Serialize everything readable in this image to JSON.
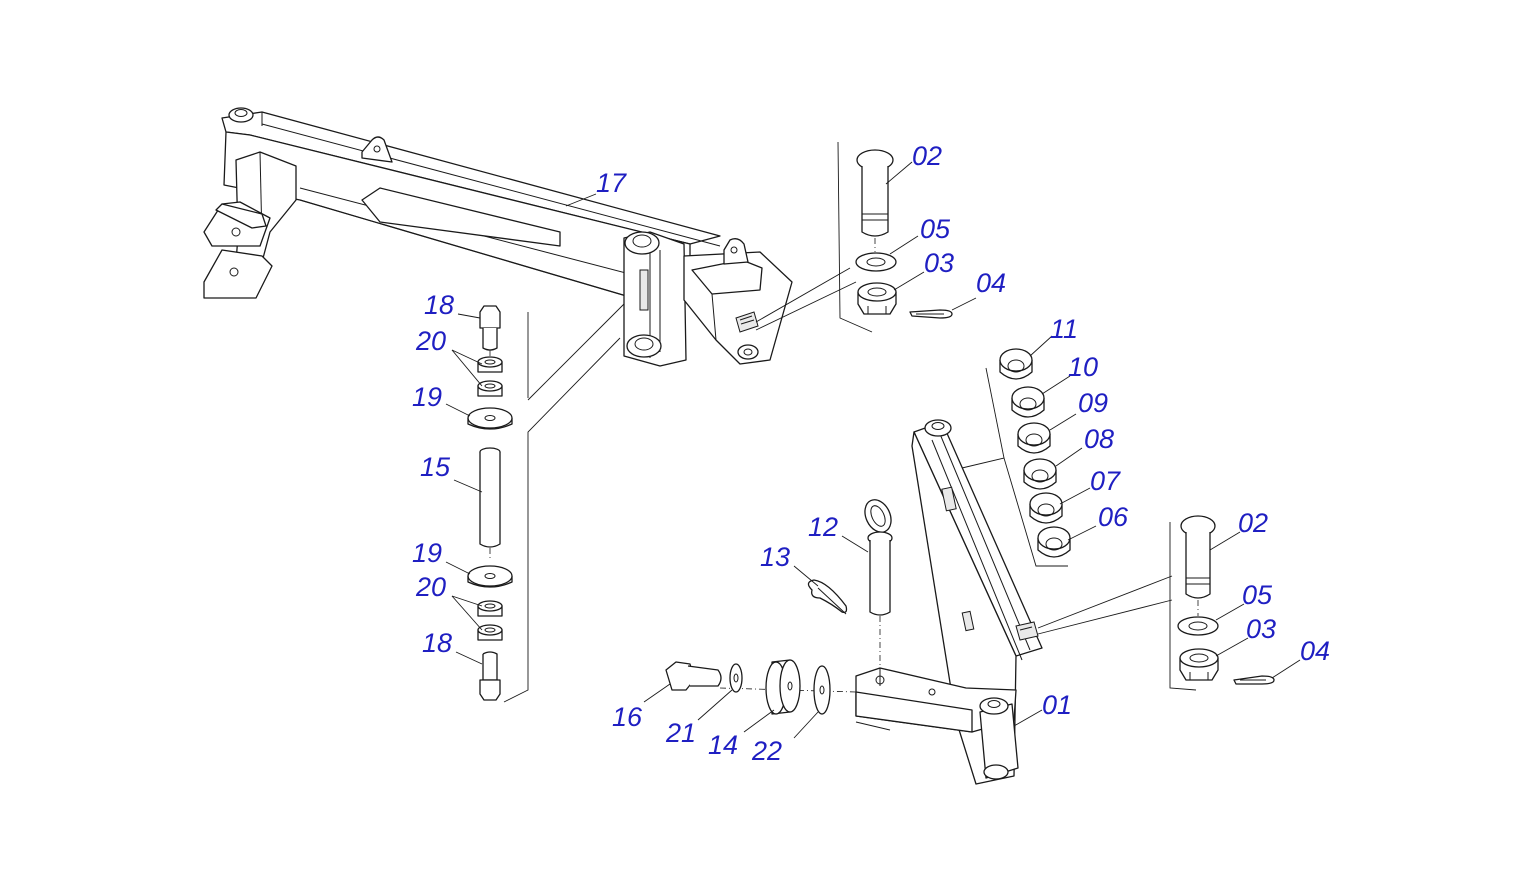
{
  "label_color": "#1f1fc2",
  "labels": {
    "p01": "01",
    "p02a": "02",
    "p02b": "02",
    "p03a": "03",
    "p03b": "03",
    "p04a": "04",
    "p04b": "04",
    "p05a": "05",
    "p05b": "05",
    "p06": "06",
    "p07": "07",
    "p08": "08",
    "p09": "09",
    "p10": "10",
    "p11": "11",
    "p12": "12",
    "p13": "13",
    "p14": "14",
    "p15": "15",
    "p16": "16",
    "p17": "17",
    "p18a": "18",
    "p18b": "18",
    "p19a": "19",
    "p19b": "19",
    "p20a": "20",
    "p20b": "20",
    "p21": "21",
    "p22": "22"
  }
}
